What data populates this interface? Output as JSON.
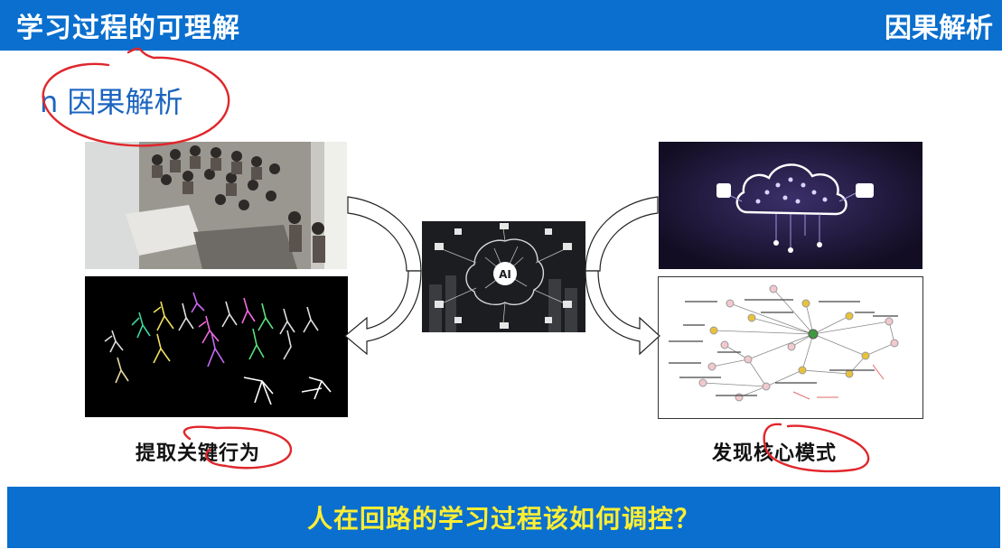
{
  "header": {
    "title": "学习过程的可理解",
    "tag": "因果解析"
  },
  "section": {
    "heading": "n 因果解析"
  },
  "ai_label": "AI",
  "captions": {
    "left": "提取关键行为",
    "right": "发现核心模式"
  },
  "footer": {
    "question": "人在回路的学习过程该如何调控？"
  },
  "colors": {
    "header_blue": "#0a6fce",
    "heading_blue": "#1b64c0",
    "footer_text": "#ffee33",
    "ink_red": "#e0262b"
  }
}
